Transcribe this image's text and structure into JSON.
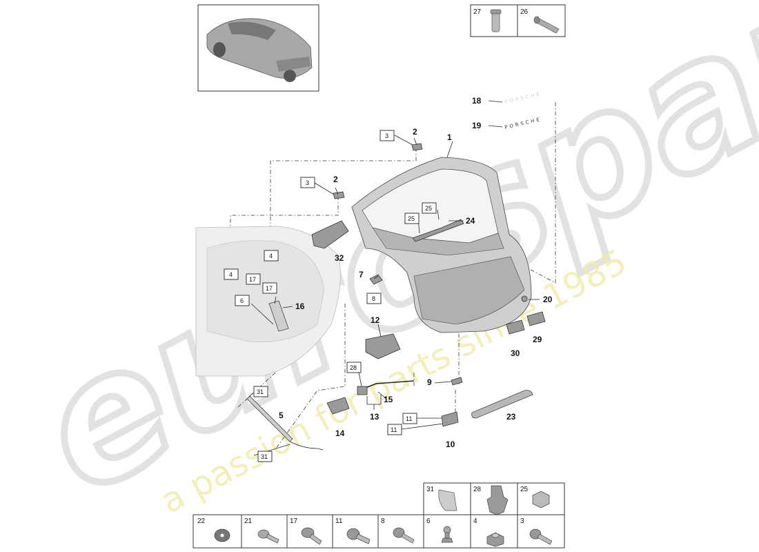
{
  "watermark": {
    "logo": "eurospares",
    "tagline": "a passion for parts since 1985"
  },
  "badges": {
    "top": "PORSCHE",
    "bottom": "PORSCHE"
  },
  "callouts": {
    "c1": "1",
    "c2a": "2",
    "c2b": "2",
    "c5": "5",
    "c7": "7",
    "c9": "9",
    "c10": "10",
    "c12": "12",
    "c13": "13",
    "c14": "14",
    "c15": "15",
    "c16": "16",
    "c18": "18",
    "c19": "19",
    "c20": "20",
    "c23": "23",
    "c24": "24",
    "c29": "29",
    "c30": "30",
    "c32": "32"
  },
  "boxed_callouts": {
    "b3a": "3",
    "b3b": "3",
    "b4a": "4",
    "b4b": "4",
    "b6": "6",
    "b8": "8",
    "b17a": "17",
    "b17b": "17",
    "b25a": "25",
    "b25b": "25",
    "b28": "28",
    "b31a": "31",
    "b31b": "31",
    "b11a": "11",
    "b11b": "11"
  },
  "top_legend": [
    "27",
    "26"
  ],
  "legend_top_row": [
    "31",
    "28",
    "25"
  ],
  "legend_bottom_row": [
    "22",
    "21",
    "17",
    "11",
    "8",
    "6",
    "4",
    "3"
  ],
  "colors": {
    "line": "#222222",
    "part_fill": "#cfcfcf",
    "watermark_gray": "#e2e2e2",
    "watermark_yellow": "#efeaa3"
  }
}
